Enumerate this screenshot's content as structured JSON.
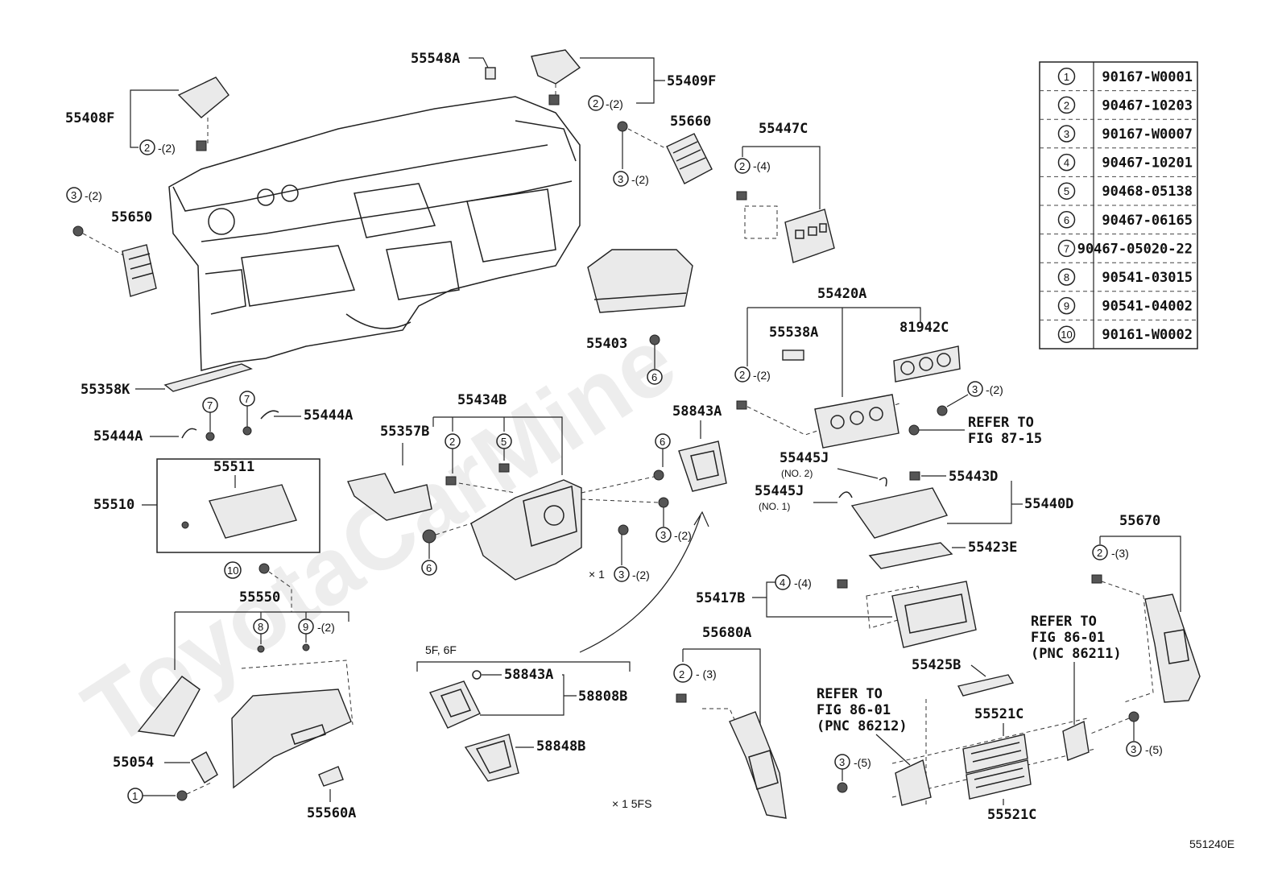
{
  "watermark": "ToyotaCarMine",
  "figure_id": "551240E",
  "parts": {
    "p55408F": "55408F",
    "p55548A": "55548A",
    "p55409F": "55409F",
    "p55660": "55660",
    "p55447C": "55447C",
    "p55650": "55650",
    "p55403": "55403",
    "p55420A": "55420A",
    "p55538A": "55538A",
    "p81942C": "81942C",
    "p55358K": "55358K",
    "p55444A_r": "55444A",
    "p55444A_l": "55444A",
    "p55434B": "55434B",
    "p55357B": "55357B",
    "p58843A_top": "58843A",
    "p55445J_2": "55445J",
    "p55445J_1": "55445J",
    "p55443D": "55443D",
    "p55440D": "55440D",
    "p55511": "55511",
    "p55510": "55510",
    "p55670": "55670",
    "p55423E": "55423E",
    "p55417B": "55417B",
    "p55550": "55550",
    "p55680A": "55680A",
    "p58843A_bot": "58843A",
    "p58808B": "58808B",
    "p55425B": "55425B",
    "p55521C_top": "55521C",
    "p55521C_bot": "55521C",
    "p58848B": "58848B",
    "p55054": "55054",
    "p55560A": "55560A"
  },
  "notes": {
    "no2": "(NO. 2)",
    "no1": "(NO. 1)",
    "refer_87_a": "REFER TO",
    "refer_87_b": "FIG 87-15",
    "refer_8601_r_a": "REFER TO",
    "refer_8601_r_b": "FIG 86-01",
    "refer_8601_r_c": "(PNC 86211)",
    "refer_8601_l_a": "REFER TO",
    "refer_8601_l_b": "FIG 86-01",
    "refer_8601_l_c": "(PNC 86212)",
    "variant_5f6f": "5F, 6F",
    "x1_5fs": "× 1  5FS",
    "x1_a": "× 1"
  },
  "callouts": {
    "c_408f_n": "2",
    "c_408f_q": "-(2)",
    "c_409f_n": "2",
    "c_409f_q": "-(2)",
    "c_660_n": "3",
    "c_660_q": "-(2)",
    "c_447c_n": "2",
    "c_447c_q": "-(4)",
    "c_650_n": "3",
    "c_650_q": "-(2)",
    "c_403_n": "6",
    "c_420_n": "2",
    "c_420_q": "-(2)",
    "c_420r_n": "3",
    "c_420r_q": "-(2)",
    "c_7a_n": "7",
    "c_7b_n": "7",
    "c_434_2_n": "2",
    "c_434_5_n": "5",
    "c_6r_n": "6",
    "c_3m_n": "3",
    "c_3m_q": "-(2)",
    "c_6l_n": "6",
    "c_3x_n": "3",
    "c_3x_q": "-(2)",
    "c_670_n": "2",
    "c_670_q": "-(3)",
    "c_417_n": "4",
    "c_417_q": "-(4)",
    "c_10_n": "10",
    "c_8_n": "8",
    "c_9_n": "9",
    "c_9_q": "-(2)",
    "c_680_n": "2",
    "c_680_q": "- (3)",
    "c_3l_n": "3",
    "c_3l_q": "-(5)",
    "c_3r_n": "3",
    "c_3r_q": "-(5)",
    "c_1_n": "1"
  },
  "table": [
    {
      "n": "1",
      "part": "90167-W0001"
    },
    {
      "n": "2",
      "part": "90467-10203"
    },
    {
      "n": "3",
      "part": "90167-W0007"
    },
    {
      "n": "4",
      "part": "90467-10201"
    },
    {
      "n": "5",
      "part": "90468-05138"
    },
    {
      "n": "6",
      "part": "90467-06165"
    },
    {
      "n": "7",
      "part": "90467-05020-22"
    },
    {
      "n": "8",
      "part": "90541-03015"
    },
    {
      "n": "9",
      "part": "90541-04002"
    },
    {
      "n": "10",
      "part": "90161-W0002"
    }
  ]
}
